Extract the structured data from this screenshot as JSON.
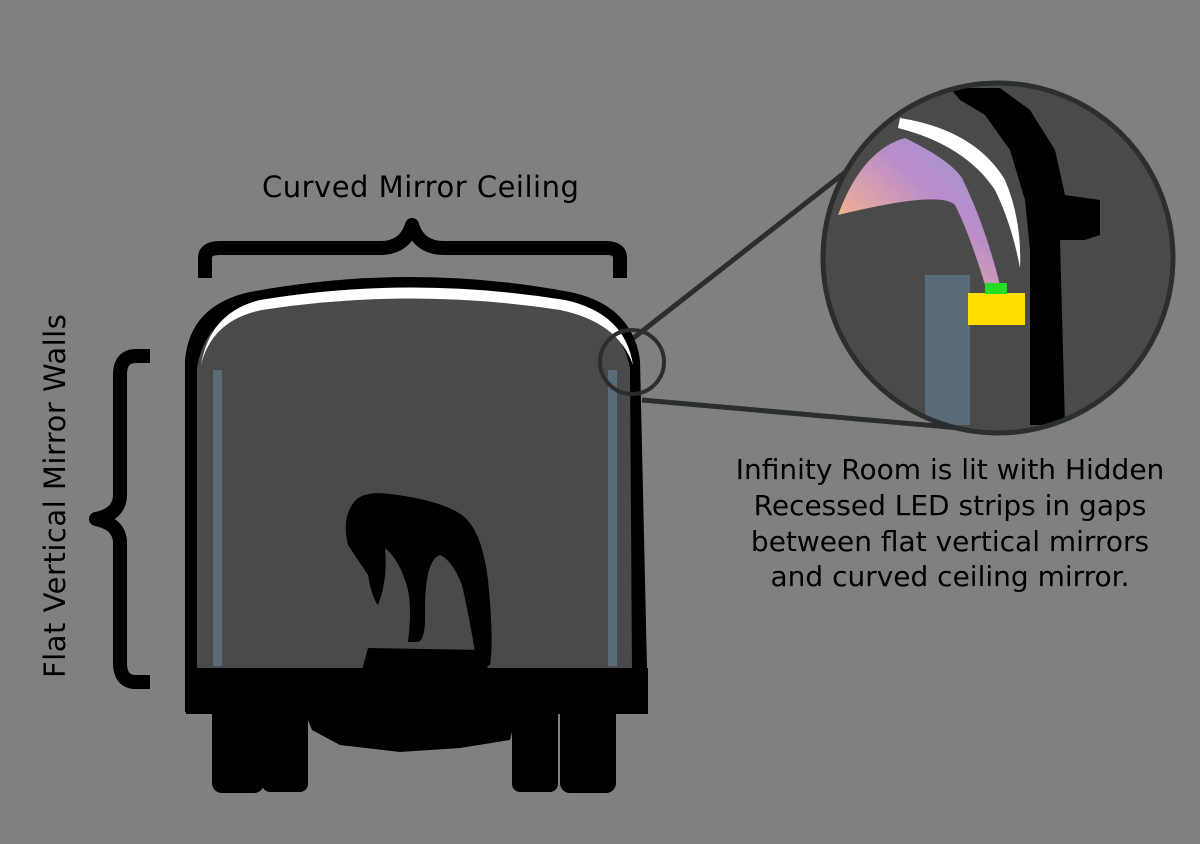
{
  "labels": {
    "ceiling": "Curved Mirror Ceiling",
    "walls": "Flat Vertical Mirror Walls",
    "description": [
      "Infinity Room is lit with Hidden",
      "Recessed LED strips in gaps",
      "between flat vertical mirrors",
      "and curved ceiling mirror."
    ]
  },
  "colors": {
    "background": "#808080",
    "interior": "#4a4a4a",
    "silhouette": "#000000",
    "ceiling_mirror": "#ffffff",
    "wall_mirror": "#5a6b78",
    "led_strip": "#22dd22",
    "led_housing": "#ffdd00"
  }
}
